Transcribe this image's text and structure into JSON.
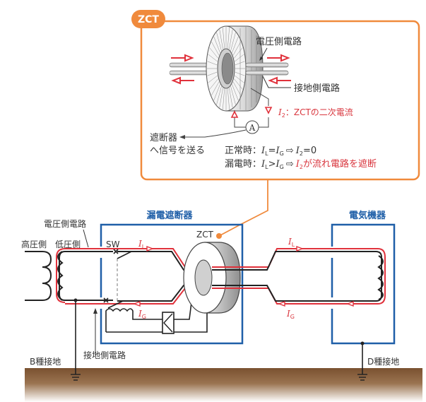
{
  "colors": {
    "accent_orange": "#f08a3c",
    "blue_box": "#1f5fa8",
    "current_red": "#e0313b",
    "wire_black": "#222222",
    "ground_brown": "#7a5130"
  },
  "zct_panel": {
    "tag": "ZCT",
    "voltage_side_label": "電圧側電路",
    "ground_side_label": "接地側電路",
    "i2_symbol": "I",
    "i2_sub": "2",
    "i2_desc": "：ZCTの二次電流",
    "ammeter": "A",
    "signal_line1": "遮断器",
    "signal_line2": "へ信号を送る",
    "normal": {
      "prefix": "正常時：",
      "il": "I",
      "il_sub": "L",
      "eq": "=",
      "ig": "I",
      "ig_sub": "G",
      "arrow": "⇨",
      "i2": "I",
      "i2_sub": "2",
      "result": "=0"
    },
    "leak": {
      "prefix": "漏電時：",
      "il": "I",
      "il_sub": "L",
      "gt": ">",
      "ig": "I",
      "ig_sub": "G",
      "arrow": "⇨",
      "i2": "I",
      "i2_sub": "2",
      "result": "が流れ電路を遮断"
    }
  },
  "circuit": {
    "voltage_side_circuit": "電圧側電路",
    "high_voltage_side": "高圧側",
    "low_voltage_side": "低圧側",
    "breaker_title": "漏電遮断器",
    "switch_label": "SW",
    "zct_label": "ZCT",
    "device_title": "電気機器",
    "ground_side_circuit": "接地側電路",
    "b_ground": "B種接地",
    "d_ground": "D種接地",
    "il_symbol": "I",
    "il_sub": "L",
    "ig_symbol": "I",
    "ig_sub": "G"
  }
}
